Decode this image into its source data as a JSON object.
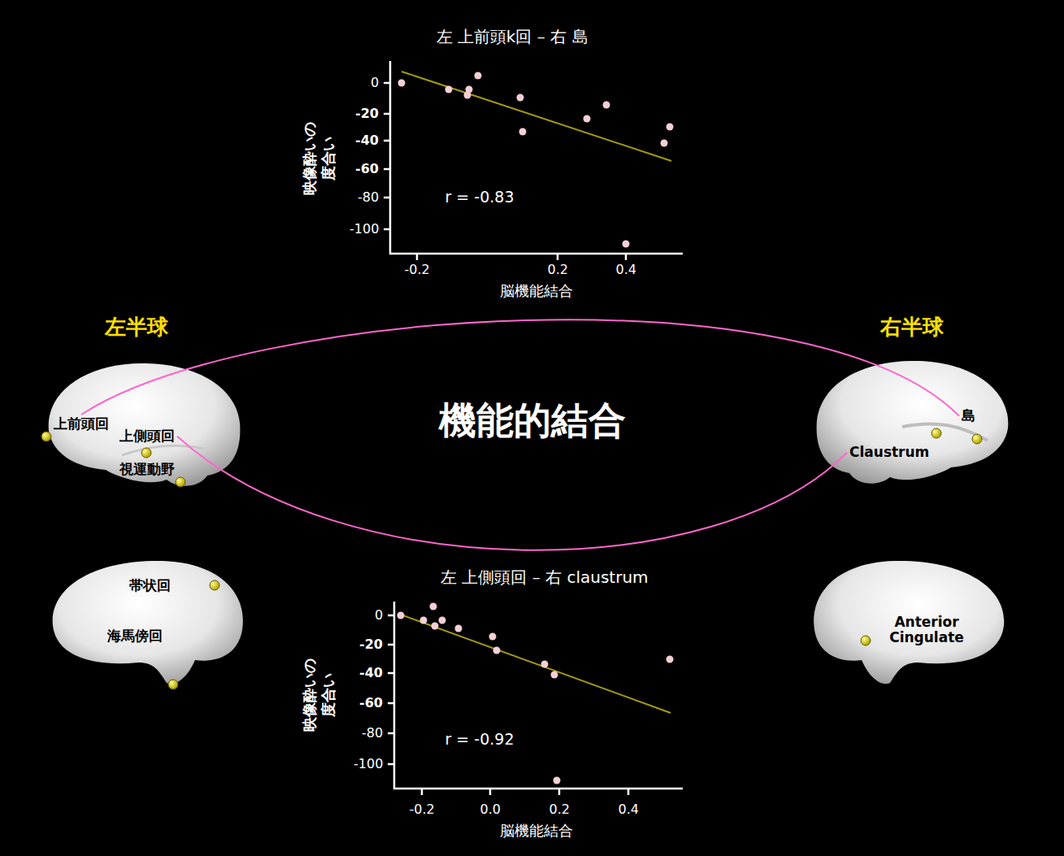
{
  "diagram": {
    "title": "機能的結合",
    "nodes": [
      {
        "text": [
          "上前頭回"
        ]
      },
      {
        "text": [
          "上側頭回"
        ]
      },
      {
        "text": [
          "視運動野"
        ]
      },
      {
        "text": [
          "島"
        ]
      },
      {
        "text": [
          "Claustrum"
        ]
      },
      {
        "text": [
          "帯状回"
        ]
      },
      {
        "text": [
          "海馬傍回"
        ]
      },
      {
        "text": [
          "Anterior Cingulate"
        ]
      }
    ],
    "edges": [
      {
        "from": 0,
        "to": 3,
        "arrow": "none"
      },
      {
        "from": 1,
        "to": 4,
        "arrow": "none"
      }
    ],
    "labels": [
      "左 上前頭k回 – 右 島",
      "0",
      "-20",
      "-40",
      "-60",
      "-80",
      "-100",
      "映像酔いの 度合い",
      "-0.2",
      "0.2",
      "0.4",
      "脳機能結合",
      "r = -0.83",
      "左半球",
      "右半球",
      "左 上側頭回 – 右 claustrum",
      "0",
      "-20",
      "-40",
      "-60",
      "-80",
      "-100",
      "映像酔いの 度合い",
      "-0.2",
      "0.0",
      "0.2",
      "0.4",
      "脳機能結合",
      "r = -0.92"
    ]
  }
}
